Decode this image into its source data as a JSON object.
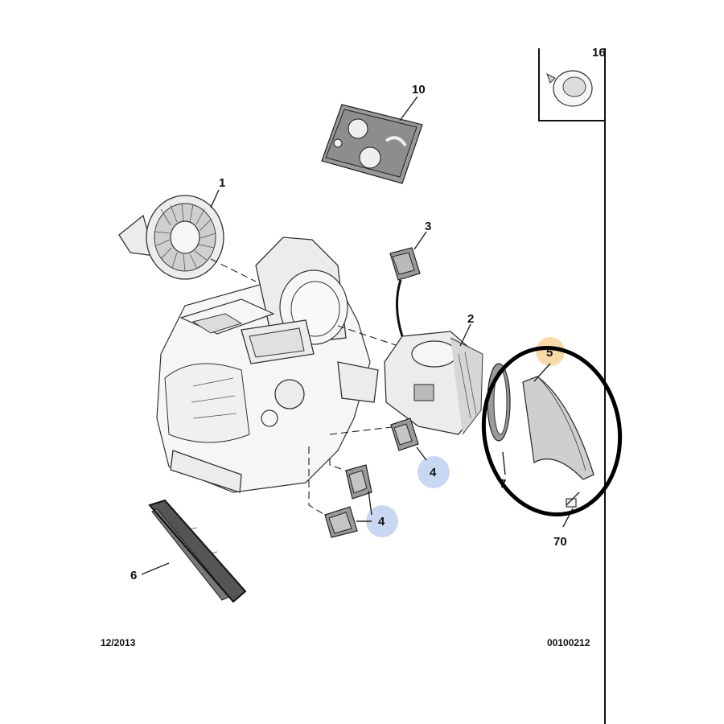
{
  "diagram": {
    "date_code": "12/2013",
    "ref_code": "00100212",
    "callouts": {
      "c1": "1",
      "c2": "2",
      "c3": "3",
      "c4a": "4",
      "c4b": "4",
      "c5": "5",
      "c6": "6",
      "c7": "7",
      "c10": "10",
      "c70": "70",
      "c16_partial": "16"
    },
    "colors": {
      "highlight_blue": "#c9d8f2",
      "highlight_orange": "#f8d9a8",
      "ring": "#000000"
    }
  }
}
